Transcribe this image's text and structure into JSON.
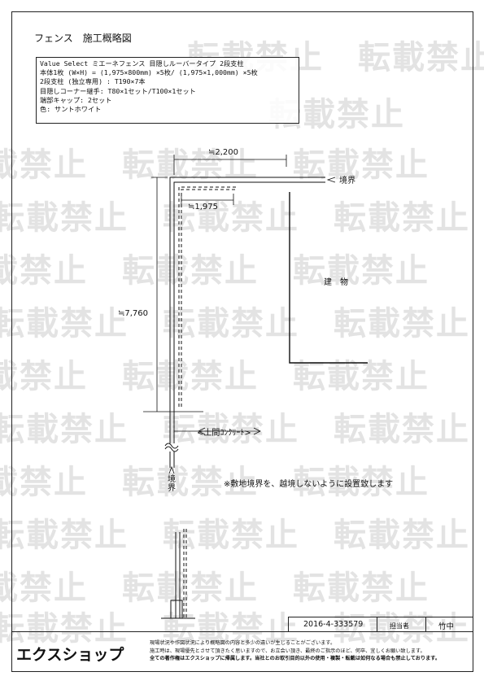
{
  "watermark": "転載禁止",
  "title": "フェンス　施工概略図",
  "spec": {
    "lines": [
      "Value Select ミエーネフェンス 目隠しルーバータイプ 2段支柱",
      "本体1枚 (W×H) =  (1,975×800mm) ×5枚/ (1,975×1,000mm) ×5枚",
      "2段支柱 (独立専用) : T190×7本",
      "目隠しコーナー継手:  T80×1セット/T100×1セット",
      "端部キャップ: 2セット",
      "色:  サントホワイト"
    ]
  },
  "diagram": {
    "dim_top": "≒2,200",
    "dim_inner": "≒1,975",
    "dim_side": "≒7,760",
    "boundary_top": "境界",
    "boundary_left": "境界",
    "building": "建　物",
    "concrete": "土間ｺﾝｸﾘｰﾄ",
    "note": "※敷地境界を、越境しないように設置致します"
  },
  "footer": {
    "code": "2016-4-333579",
    "person_label": "担当者",
    "person": "竹中",
    "logo": "エクスショップ",
    "notes": [
      "現場状況や作図状況により概略図の内容と多少の違いが生じることがございます。",
      "施工時は、現場優先とさせて頂きたく思いますので、お立会い頂き、最終のご指示のほど、何卒、宜しくお願い致します。",
      "全ての著作権はエクスショップに帰属します。当社とのお取引目的以外の使用・複製・転載は如何なる場合も禁止しております。"
    ]
  }
}
